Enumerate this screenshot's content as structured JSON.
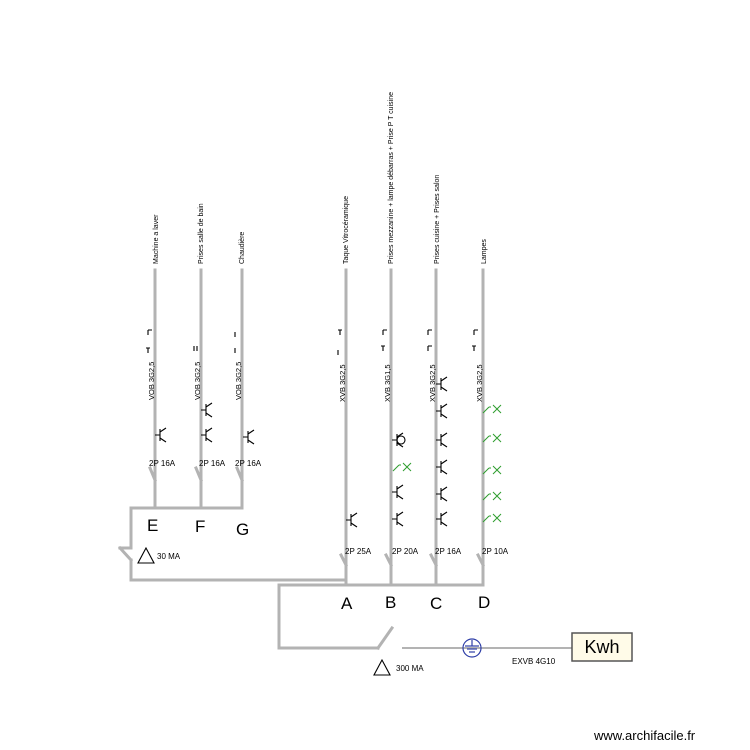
{
  "circuits": [
    {
      "id": "E",
      "letter": "E",
      "label": "Machine a laver",
      "cable": "VOB 3G2,5",
      "breaker": "2P 16A"
    },
    {
      "id": "F",
      "letter": "F",
      "label": "Prises salle de bain",
      "cable": "VOB 3G2,5",
      "breaker": "2P 16A"
    },
    {
      "id": "G",
      "letter": "G",
      "label": "Chaudière",
      "cable": "VOB 3G2,5",
      "breaker": "2P 16A"
    },
    {
      "id": "A",
      "letter": "A",
      "label": "Taque Vitrocéramique",
      "cable": "XVB 3G2,5",
      "breaker": "2P 25A"
    },
    {
      "id": "B",
      "letter": "B",
      "label": "Prises mezzanine + lampe débarras + Prise P T cuisine",
      "cable": "XVB 3G1,5",
      "breaker": "2P 20A"
    },
    {
      "id": "C",
      "letter": "C",
      "label": "Prises cuisine + Prises salon",
      "cable": "XVB 3G2,5",
      "breaker": "2P 16A"
    },
    {
      "id": "D",
      "letter": "D",
      "label": "Lampes",
      "cable": "XVB 3G2,5",
      "breaker": "2P 10A"
    }
  ],
  "differentials": {
    "sub": "30 MA",
    "main": "300 MA"
  },
  "supply": {
    "meter": "Kwh",
    "cable": "EXVB 4G10",
    "ground_icon": "earth-ground-icon"
  },
  "footer": "www.archifacile.fr",
  "colors": {
    "wire": "#b3b3b3",
    "symbol": "#000000",
    "lamp": "#2e9d2e",
    "ground": "#2f3fa8",
    "meter_fill": "#fffbe8"
  }
}
